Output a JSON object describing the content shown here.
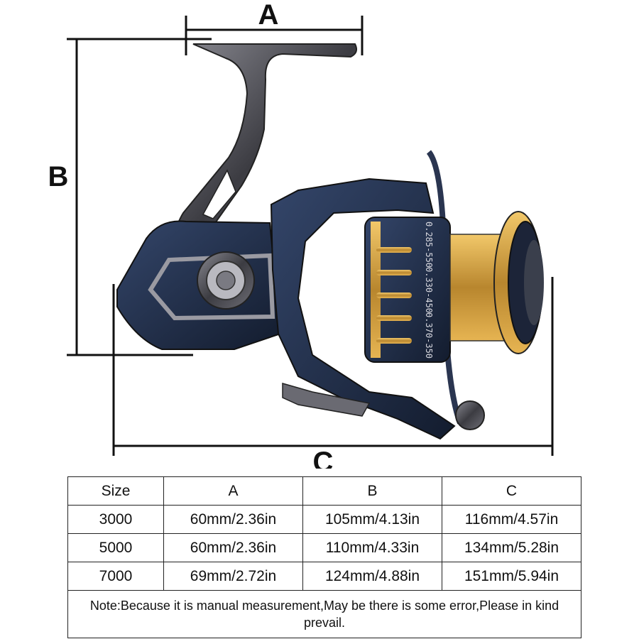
{
  "dimension_labels": {
    "a": "A",
    "b": "B",
    "c": "C"
  },
  "reel_spool_print": {
    "line1": "0.285-550",
    "line2": "0.330-450",
    "line3": "0.370-350"
  },
  "colors": {
    "reel_body": "#1f2c44",
    "reel_gunmetal": "#5a5a60",
    "spool_gold": "#d4a247",
    "dimension_line": "#111111"
  },
  "size_table": {
    "headers": [
      "Size",
      "A",
      "B",
      "C"
    ],
    "rows": [
      [
        "3000",
        "60mm/2.36in",
        "105mm/4.13in",
        "116mm/4.57in"
      ],
      [
        "5000",
        "60mm/2.36in",
        "110mm/4.33in",
        "134mm/5.28in"
      ],
      [
        "7000",
        "69mm/2.72in",
        "124mm/4.88in",
        "151mm/5.94in"
      ]
    ],
    "note": "Note:Because it is manual measurement,May be there is some error,Please in kind prevail."
  }
}
